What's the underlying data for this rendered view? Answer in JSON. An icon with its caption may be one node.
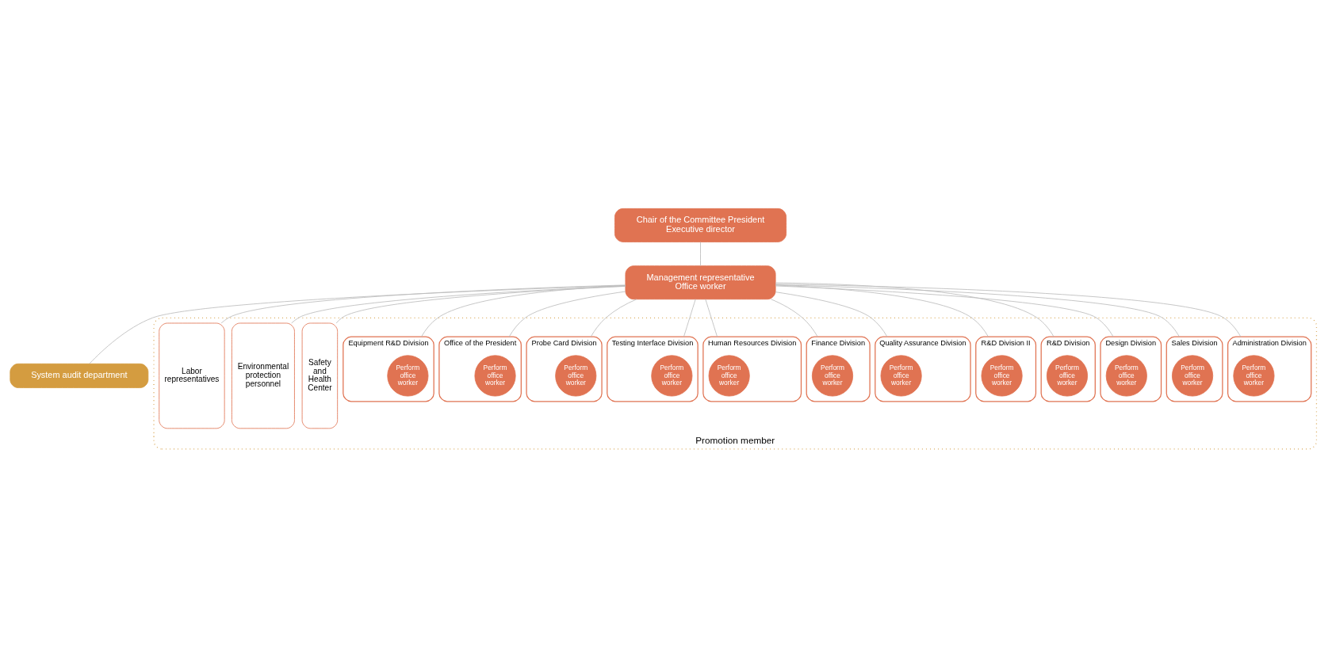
{
  "diagram": {
    "nodes": [
      {
        "text": [
          "Chair of the Committee President",
          "Executive director"
        ]
      },
      {
        "text": [
          "Management representative",
          "Office worker"
        ]
      },
      {
        "text": [
          "System audit department"
        ]
      },
      {
        "text": [
          "Promotion member"
        ]
      },
      {
        "text": [
          "Administration Division"
        ],
        "in": 3
      },
      {
        "text": [
          "Perform office worker"
        ],
        "in": 4
      },
      {
        "text": [
          "Sales Division"
        ],
        "in": 3
      },
      {
        "text": [
          "Perform office worker"
        ],
        "in": 6
      },
      {
        "text": [
          "Design Division"
        ],
        "in": 3
      },
      {
        "text": [
          "Perform office worker"
        ],
        "in": 8
      },
      {
        "text": [
          "R&D Division"
        ],
        "in": 3
      },
      {
        "text": [
          "Perform office worker"
        ],
        "in": 10
      },
      {
        "text": [
          "R&D Division II"
        ],
        "in": 3
      },
      {
        "text": [
          "Perform office worker"
        ],
        "in": 12
      },
      {
        "text": [
          "Quality Assurance Division"
        ],
        "in": 3
      },
      {
        "text": [
          "Perform office worker"
        ],
        "in": 14
      },
      {
        "text": [
          "Finance Division"
        ],
        "in": 3
      },
      {
        "text": [
          "Perform office worker"
        ],
        "in": 16
      },
      {
        "text": [
          "Human Resources Division"
        ],
        "in": 3
      },
      {
        "text": [
          "Perform office worker"
        ],
        "in": 18
      },
      {
        "text": [
          "Testing Interface Division"
        ],
        "in": 3
      },
      {
        "text": [
          "Perform office worker"
        ],
        "in": 20
      },
      {
        "text": [
          "Probe Card Division"
        ],
        "in": 3
      },
      {
        "text": [
          "Perform office worker"
        ],
        "in": 22
      },
      {
        "text": [
          "Office of the President"
        ],
        "in": 3
      },
      {
        "text": [
          "Perform office worker"
        ],
        "in": 24
      },
      {
        "text": [
          "Equipment R&D Division"
        ],
        "in": 3
      },
      {
        "text": [
          "Perform office worker"
        ],
        "in": 26
      },
      {
        "text": [
          "Safety and Health Center"
        ],
        "in": 3
      },
      {
        "text": [
          "Environmental protection personnel"
        ],
        "in": 3
      },
      {
        "text": [
          "Labor representatives"
        ],
        "in": 3
      }
    ],
    "edges": [
      {
        "from": 0,
        "to": 1,
        "arrow": "none"
      },
      {
        "from": 1,
        "to": 2,
        "arrow": "none"
      },
      {
        "from": 1,
        "to": 4,
        "arrow": "none"
      },
      {
        "from": 1,
        "to": 6,
        "arrow": "none"
      },
      {
        "from": 1,
        "to": 8,
        "arrow": "none"
      },
      {
        "from": 1,
        "to": 10,
        "arrow": "none"
      },
      {
        "from": 1,
        "to": 12,
        "arrow": "none"
      },
      {
        "from": 1,
        "to": 14,
        "arrow": "none"
      },
      {
        "from": 1,
        "to": 16,
        "arrow": "none"
      },
      {
        "from": 1,
        "to": 18,
        "arrow": "none"
      },
      {
        "from": 1,
        "to": 20,
        "arrow": "none"
      },
      {
        "from": 1,
        "to": 22,
        "arrow": "none"
      },
      {
        "from": 1,
        "to": 24,
        "arrow": "none"
      },
      {
        "from": 1,
        "to": 26,
        "arrow": "none"
      },
      {
        "from": 1,
        "to": 28,
        "arrow": "none"
      },
      {
        "from": 1,
        "to": 29,
        "arrow": "none"
      },
      {
        "from": 1,
        "to": 30,
        "arrow": "none"
      }
    ]
  }
}
